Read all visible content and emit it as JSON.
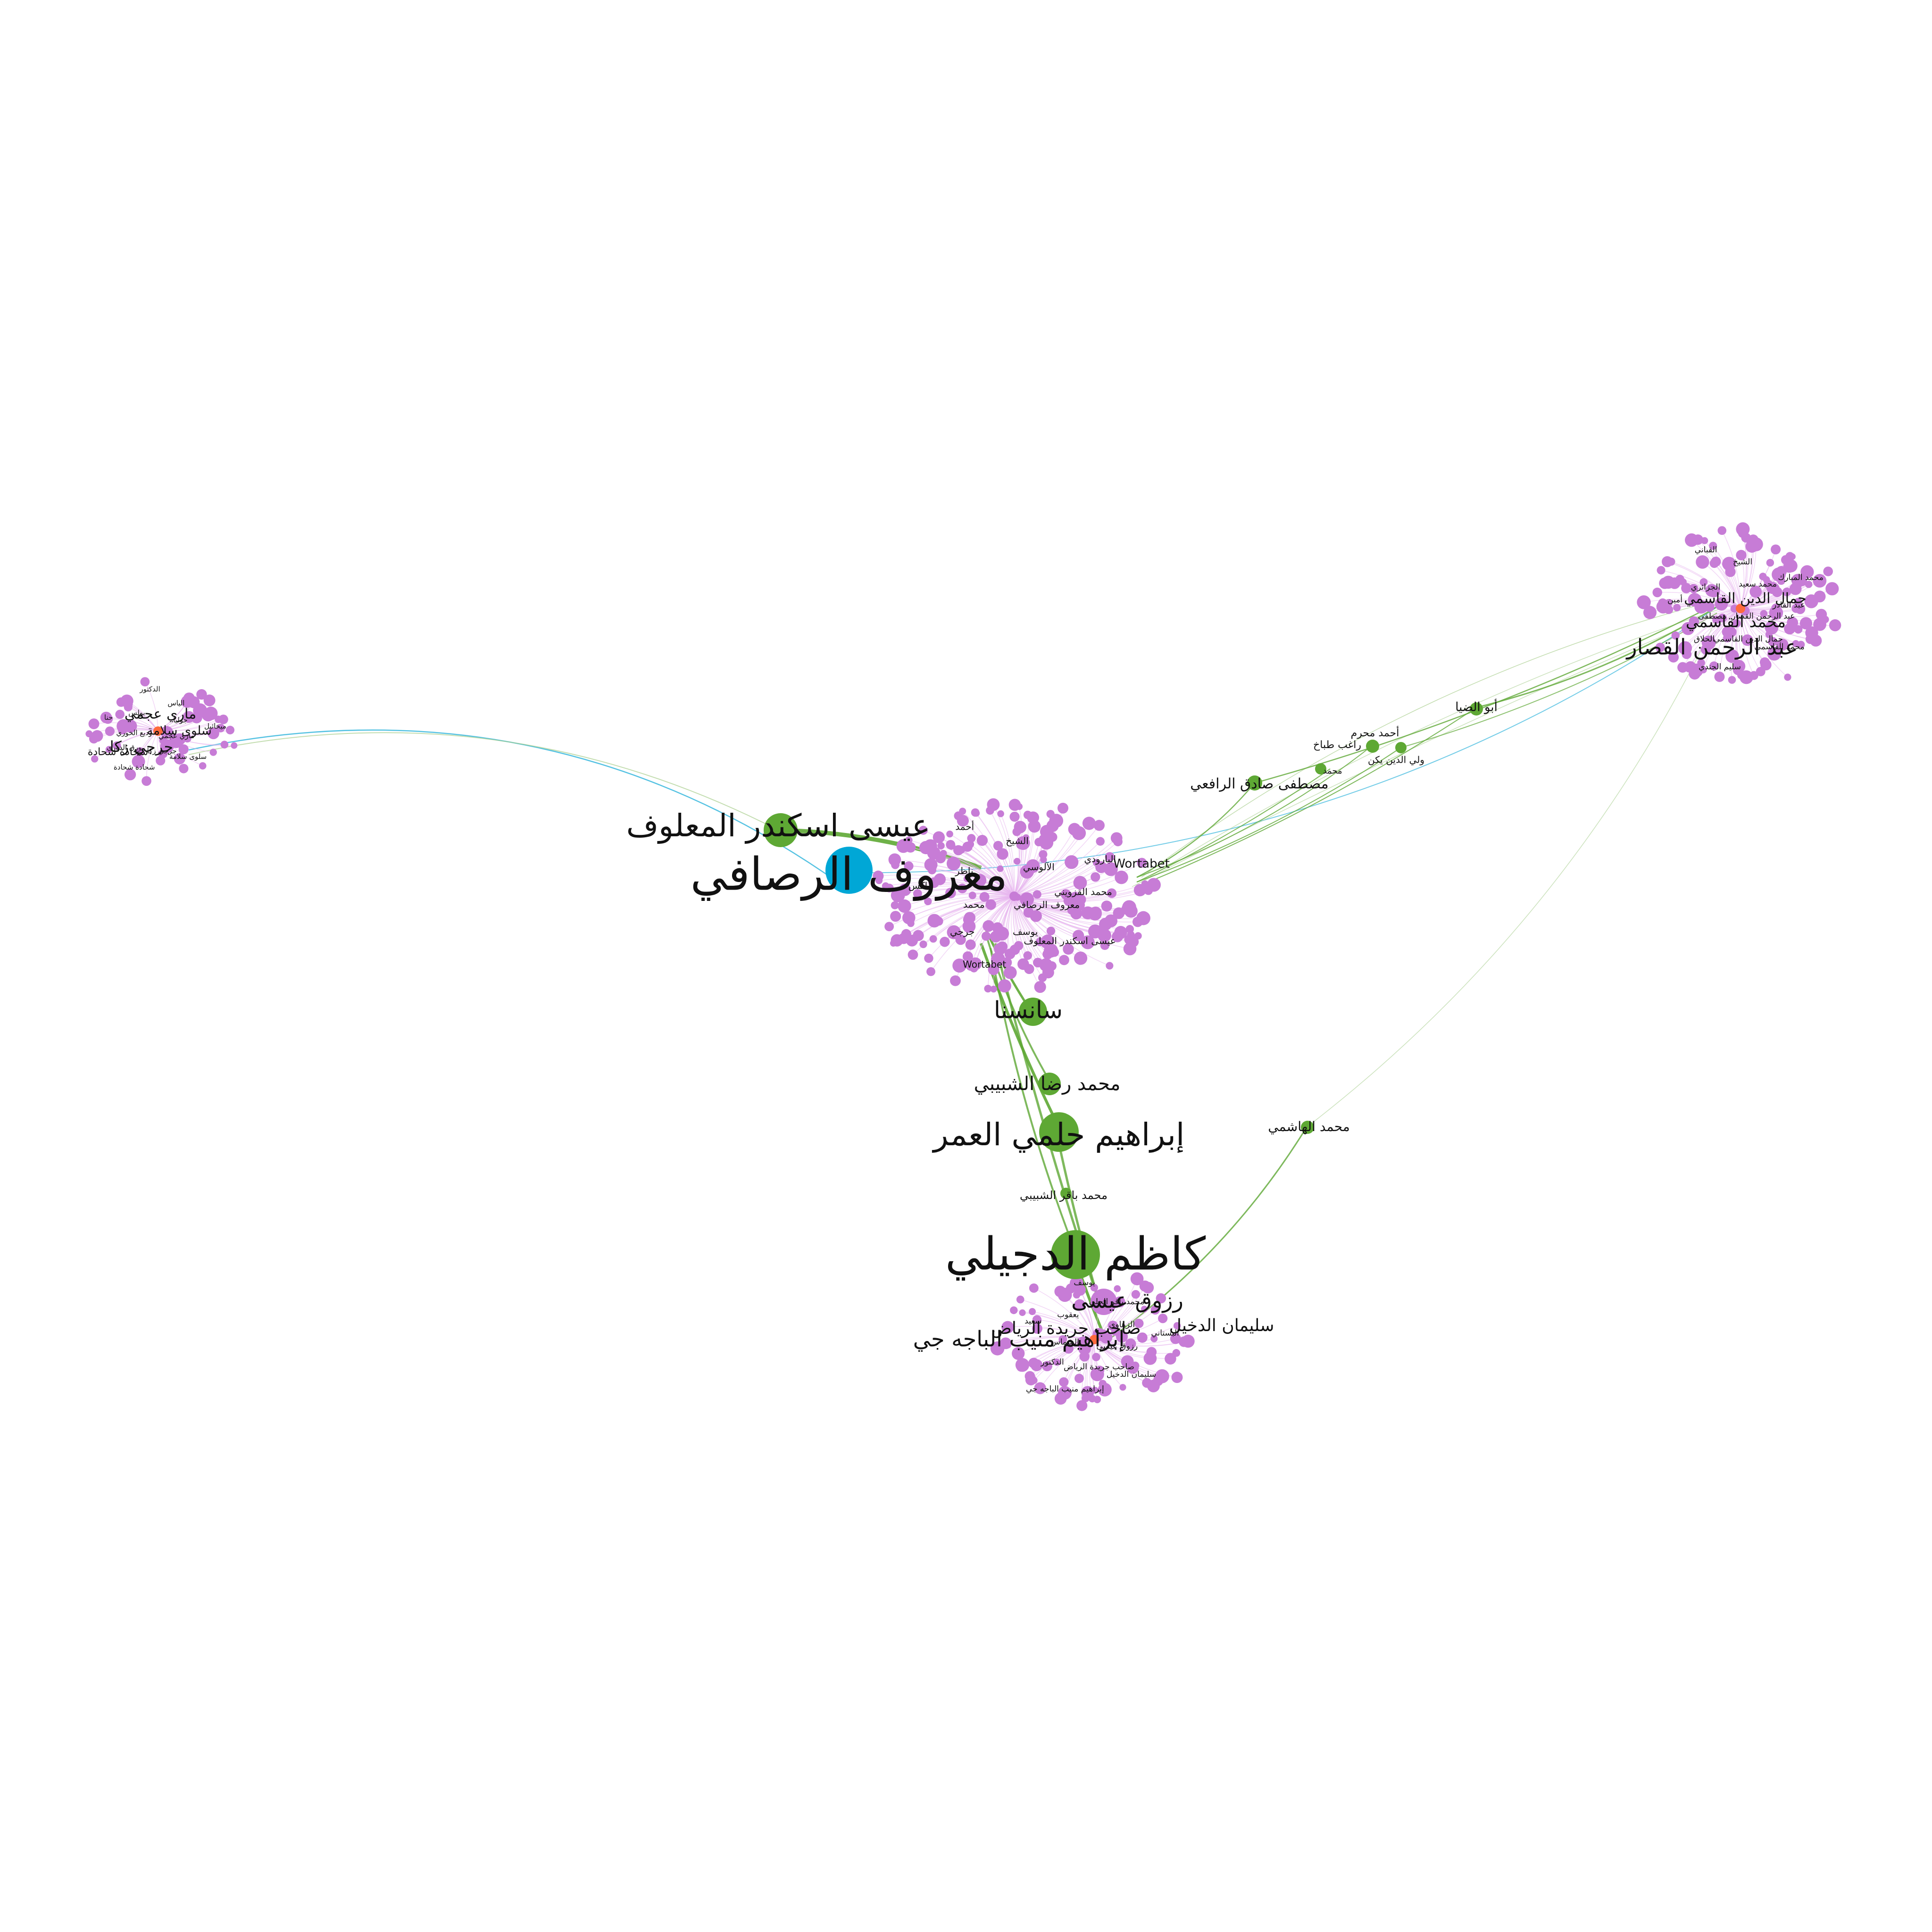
{
  "colors": {
    "background": "#ffffff",
    "hub": "#00a7d6",
    "bridge": "#5ea834",
    "member": "#c77cd6",
    "center": "#ff6a3d",
    "edge_green": "#5ea834",
    "edge_light_green": "#a9cf8f",
    "edge_blue": "#37b7dd",
    "edge_pink": "#e7b6ee",
    "label": "#111111"
  },
  "labels": {
    "main_cluster": [
      "معروف الرصافي",
      "عيسى اسكندر المعلوف",
      "يوسف",
      "Wortabet",
      "جرجي",
      "محمد",
      "ماكس",
      "ناظر",
      "أحمد",
      "الشيخ",
      "الآلوسي",
      "البارودي",
      "محمد القزويني"
    ],
    "bridges": [
      "سانسنا",
      "محمد رضا الشبيبي",
      "إبراهيم حلمي العمر",
      "محمد باقر الشبيبي",
      "كاظم الدجيلي",
      "مصطفى صادق الرافعي",
      "أحمد محرم",
      "راغب طباخ",
      "ولي الدين يكن",
      "محمد",
      "أبو الضيا",
      "محمد الهاشمي"
    ],
    "bottom_cluster": [
      "رزوق عيسى",
      "سليمان الدخيل",
      "صاحب جريدة الرياض",
      "إبراهيم منيب الباجه جي",
      "الدكتور",
      "الشماس",
      "سعيد",
      "يعقوب",
      "يوسف",
      "محمد باقر الحلي",
      "الزهاوي",
      "البستاني"
    ],
    "right_cluster": [
      "عبد الرحمن القصار",
      "محمد القاسمي",
      "جمال الدين القاسمي",
      "سليم الجندي",
      "الحلاق",
      "مصطفى",
      "أمين",
      "الجزائري",
      "القباني",
      "الشيخ",
      "محمد سعيد",
      "محمد المبارك",
      "عبد القادر"
    ],
    "left_cluster": [
      "ماري عجمي",
      "سلوى سلامة",
      "جرجي زكا",
      "شحادة شحادة",
      "ورق الدوري",
      "وديع الخوري",
      "حنا",
      "بولس",
      "الدكتور",
      "الياس",
      "جوليا",
      "ميخائيل"
    ]
  }
}
